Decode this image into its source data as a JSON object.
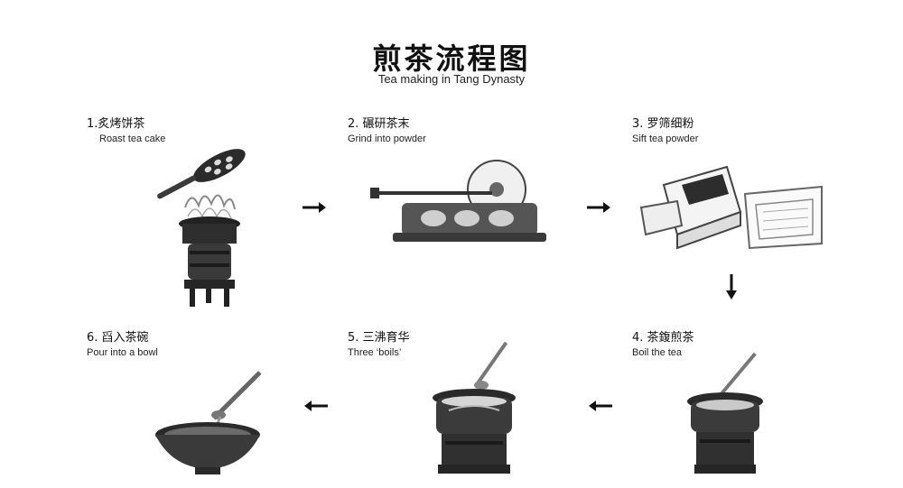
{
  "header": {
    "title": "煎茶流程图",
    "subtitle": "Tea making in Tang Dynasty"
  },
  "steps": [
    {
      "cn": "1.炙烤饼茶",
      "en": "Roast tea cake"
    },
    {
      "cn": "2. 碾研茶末",
      "en": "Grind into powder"
    },
    {
      "cn": "3. 罗筛细粉",
      "en": "Sift tea powder"
    },
    {
      "cn": "4. 茶鍑煎茶",
      "en": "Boil the tea"
    },
    {
      "cn": "5. 三沸育华",
      "en": "Three ‘boils’"
    },
    {
      "cn": "6. 舀入茶碗",
      "en": "Pour into a bowl"
    }
  ],
  "colors": {
    "ink": "#1a1a1a",
    "accent": "#2a4a7a"
  }
}
